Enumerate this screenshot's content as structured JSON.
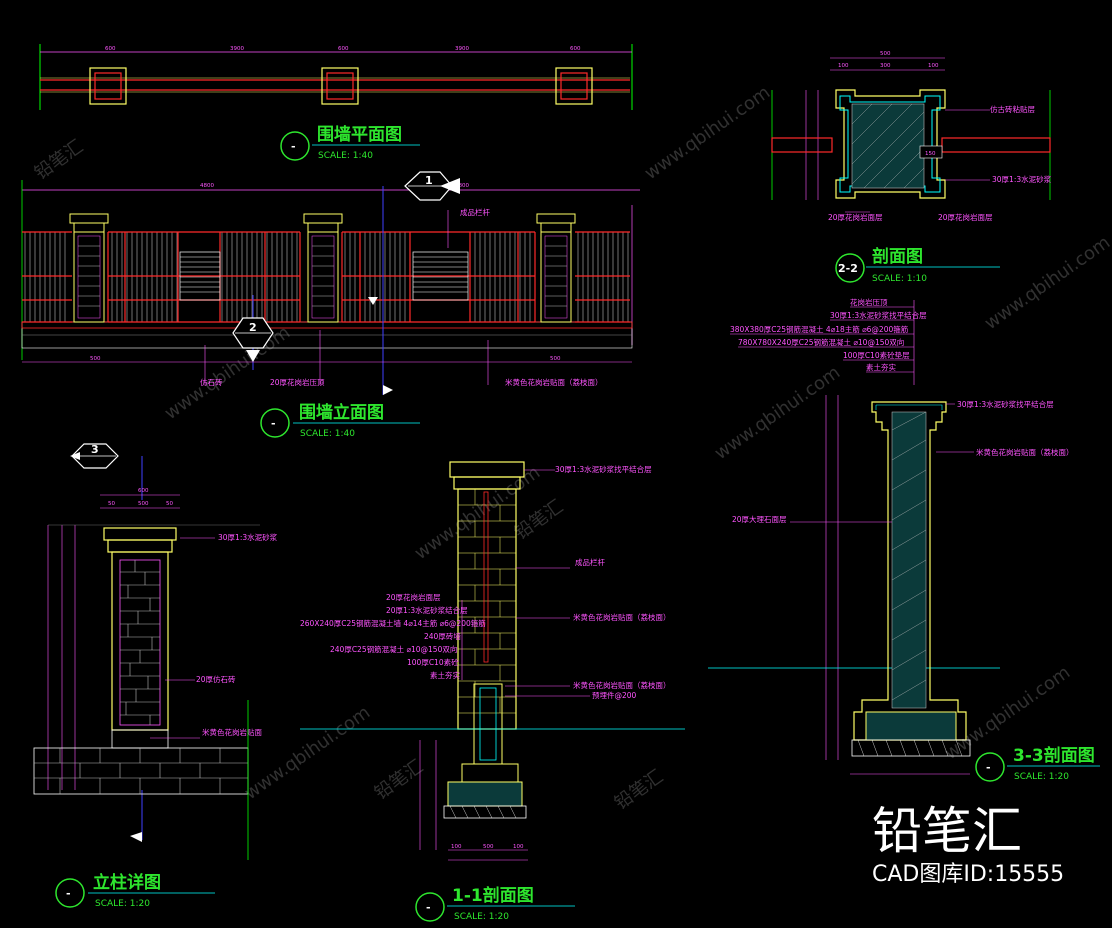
{
  "drawings": {
    "plan": {
      "title": "围墙平面图",
      "scale": "SCALE: 1:40",
      "tag": "-",
      "dims": [
        "600",
        "3900",
        "600",
        "3900",
        "600"
      ]
    },
    "elevation": {
      "title": "围墙立面图",
      "scale": "SCALE: 1:40",
      "tag": "-",
      "callout1": "1",
      "callout2": "2",
      "top_dim": "4800",
      "notes": [
        "成品栏杆",
        "20厚花岗岩压顶",
        "米黄色花岗岩贴面（荔枝面）"
      ],
      "left_notes": [
        "仿石砖"
      ],
      "bottom_dims": [
        "500",
        "500"
      ]
    },
    "section22": {
      "title": "剖面图",
      "scale": "SCALE: 1:10",
      "tag": "2-2",
      "dims": [
        "500",
        "100",
        "300",
        "100"
      ],
      "callout": "150",
      "notes": [
        "仿古砖粘贴层",
        "30厚1:3水泥砂浆",
        "20厚花岗岩面层",
        "20厚花岗岩面层"
      ]
    },
    "column": {
      "title": "立柱详图",
      "scale": "SCALE: 1:20",
      "tag": "-",
      "callout": "3",
      "dims": [
        "600",
        "50",
        "500",
        "50"
      ],
      "notes": [
        "30厚1:3水泥砂浆",
        "20厚仿石砖",
        "米黄色花岗岩贴面"
      ]
    },
    "section11": {
      "title": "1-1剖面图",
      "scale": "SCALE: 1:20",
      "tag": "-",
      "notes": [
        "30厚1:3水泥砂浆找平结合层",
        "成品栏杆",
        "米黄色花岗岩贴面（荔枝面）",
        "米黄色花岗岩贴面（荔枝面）",
        "预埋件@200",
        "20厚花岗岩面层",
        "20厚1:3水泥砂浆结合层",
        "260X240厚C25钢筋混凝土墙 4⌀14主筋 ⌀6@200箍筋",
        "240厚砖墙",
        "240厚C25钢筋混凝土 ⌀10@150双向",
        "100厚C10素砼",
        "素土夯实"
      ],
      "dims": [
        "100",
        "500",
        "100"
      ]
    },
    "section33": {
      "title": "3-3剖面图",
      "scale": "SCALE: 1:20",
      "tag": "-",
      "notes": [
        "花岗岩压顶",
        "30厚1:3水泥砂浆找平结合层",
        "380X380厚C25钢筋混凝土 4⌀18主筋 ⌀6@200箍筋",
        "780X780X240厚C25钢筋混凝土 ⌀10@150双向",
        "100厚C10素砼垫层",
        "素土夯实",
        "30厚1:3水泥砂浆找平结合层",
        "米黄色花岗岩贴面（荔枝面）",
        "20厚大理石面层"
      ]
    }
  },
  "branding": {
    "logo": "铅笔汇",
    "id": "CAD图库ID:15555",
    "watermark": "www.qbihui.com",
    "watermark_cn": "铅笔汇"
  },
  "colors": {
    "background": "#000000",
    "title": "#2ee62e",
    "dim": "#ff55ff",
    "outline": "#ffff66",
    "red": "#ff2a2a",
    "cyan": "#00ffff",
    "blue": "#4040ff",
    "white": "#ffffff"
  }
}
